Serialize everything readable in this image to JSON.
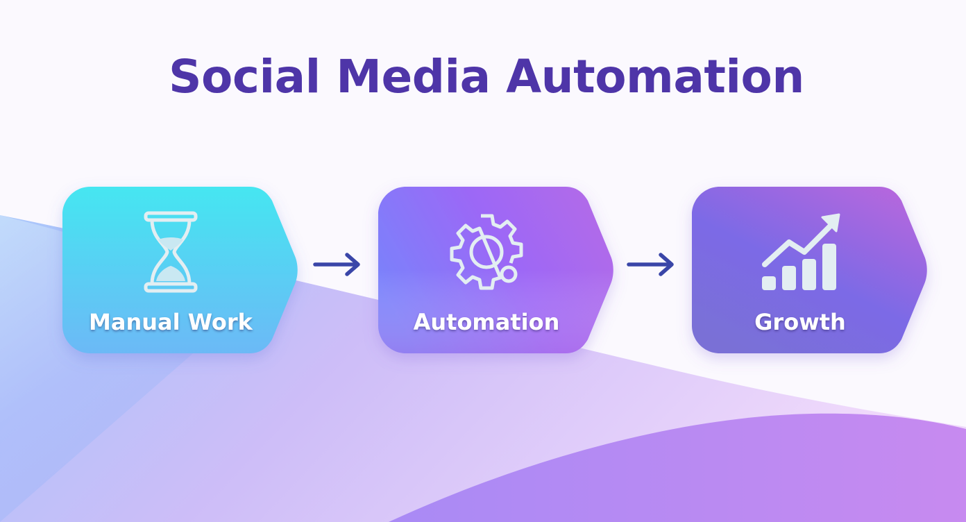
{
  "title": "Social Media Automation",
  "colors": {
    "title": "#4e35a8",
    "arrow": "#3a46a8",
    "icon_stroke": "#e3eef2",
    "card1_top": "#45e6f1",
    "card1_bottom": "#6dbaf6",
    "card2_left": "#7a80fb",
    "card2_right": "#a75ff3",
    "card3_top": "#b566de",
    "card3_bottom": "#7070e0"
  },
  "steps": [
    {
      "label": "Manual Work",
      "icon": "hourglass-icon"
    },
    {
      "label": "Automation",
      "icon": "gear-icon"
    },
    {
      "label": "Growth",
      "icon": "growth-chart-icon"
    }
  ],
  "connectors": [
    {
      "icon": "arrow-right-icon"
    },
    {
      "icon": "arrow-right-icon"
    }
  ]
}
